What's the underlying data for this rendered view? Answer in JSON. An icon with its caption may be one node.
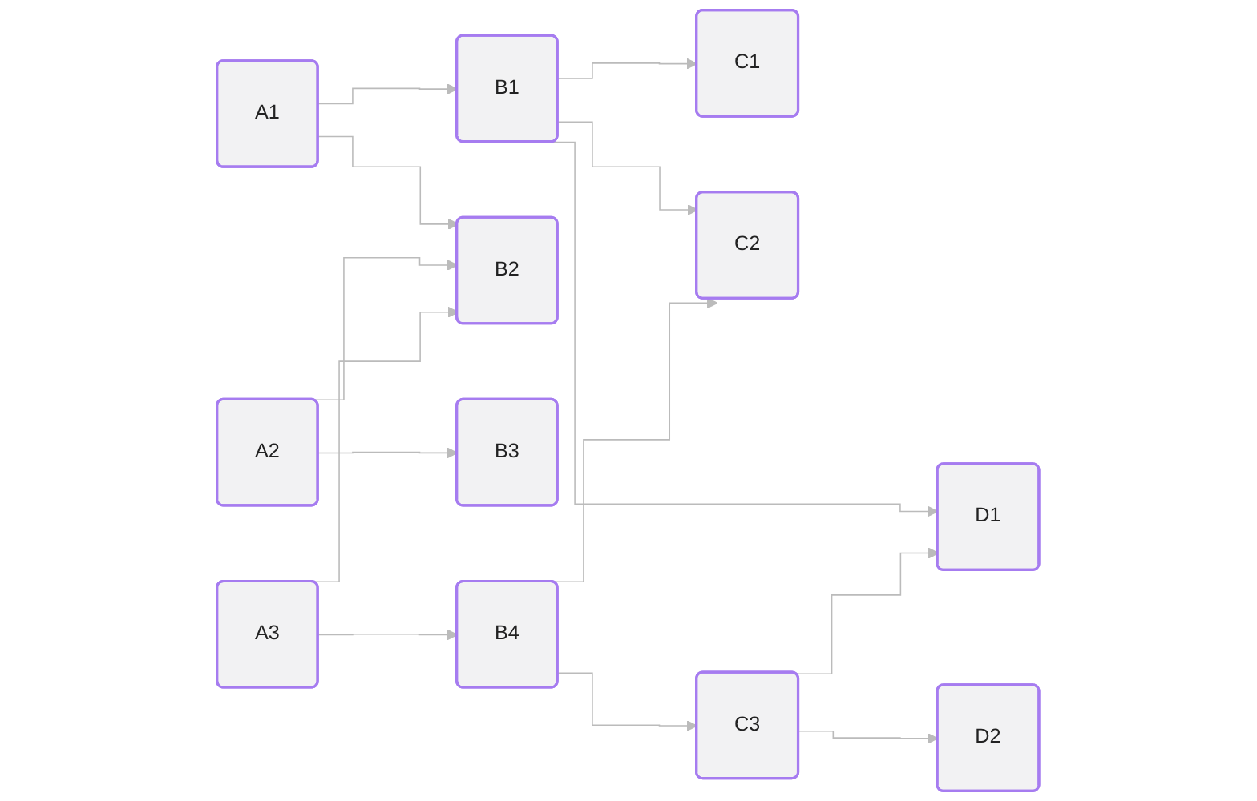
{
  "diagram": {
    "nodes": [
      {
        "text": [
          "A1"
        ]
      },
      {
        "text": [
          "A2"
        ]
      },
      {
        "text": [
          "A3"
        ]
      },
      {
        "text": [
          "B1"
        ]
      },
      {
        "text": [
          "B2"
        ]
      },
      {
        "text": [
          "B3"
        ]
      },
      {
        "text": [
          "B4"
        ]
      },
      {
        "text": [
          "C1"
        ]
      },
      {
        "text": [
          "C2"
        ]
      },
      {
        "text": [
          "C3"
        ]
      },
      {
        "text": [
          "D1"
        ]
      },
      {
        "text": [
          "D2"
        ]
      }
    ],
    "edges": [
      {
        "from": 0,
        "to": 3,
        "arrow": "to"
      },
      {
        "from": 0,
        "to": 4,
        "arrow": "to"
      },
      {
        "from": 1,
        "to": 4,
        "arrow": "to"
      },
      {
        "from": 1,
        "to": 5,
        "arrow": "to"
      },
      {
        "from": 2,
        "to": 4,
        "arrow": "to"
      },
      {
        "from": 2,
        "to": 6,
        "arrow": "to"
      },
      {
        "from": 3,
        "to": 7,
        "arrow": "to"
      },
      {
        "from": 3,
        "to": 8,
        "arrow": "to"
      },
      {
        "from": 3,
        "to": 10,
        "arrow": "to"
      },
      {
        "from": 6,
        "to": 8,
        "arrow": "to"
      },
      {
        "from": 6,
        "to": 9,
        "arrow": "to"
      },
      {
        "from": 9,
        "to": 10,
        "arrow": "to"
      },
      {
        "from": 9,
        "to": 11,
        "arrow": "to"
      }
    ]
  }
}
